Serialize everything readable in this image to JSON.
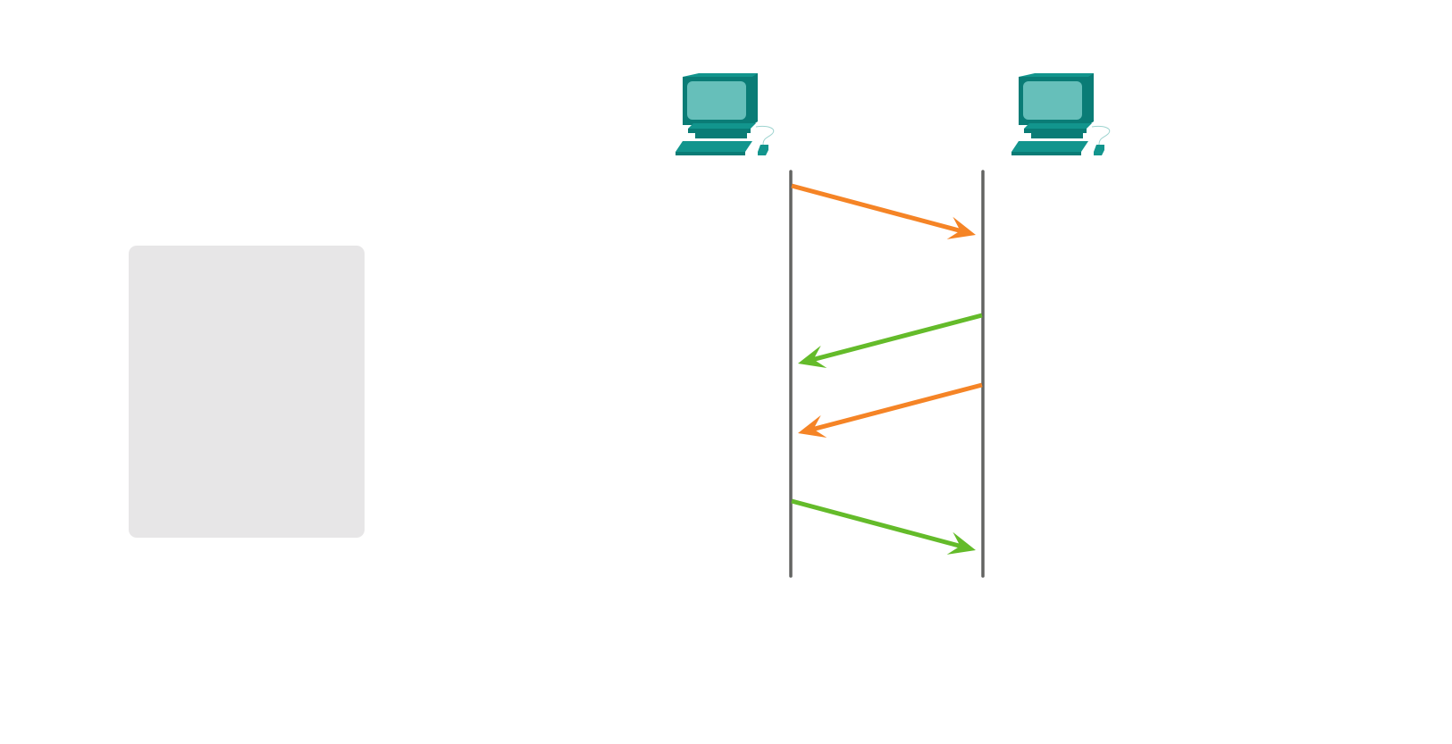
{
  "diagram": {
    "kind": "sequence",
    "colors": {
      "panel": "#e7e6e7",
      "timeline": "#636462",
      "orange": "#f58426",
      "green": "#64bb2a",
      "host_dark": "#0a7c76",
      "host_mid": "#12958d",
      "host_screen": "#66bfba"
    },
    "panel": {
      "label": ""
    },
    "participants": [
      {
        "id": "host-a",
        "icon": "desktop-computer-icon",
        "label": ""
      },
      {
        "id": "host-b",
        "icon": "desktop-computer-icon",
        "label": ""
      }
    ],
    "messages": [
      {
        "order": 1,
        "from": "host-a",
        "to": "host-b",
        "color": "orange",
        "label": ""
      },
      {
        "order": 2,
        "from": "host-b",
        "to": "host-a",
        "color": "green",
        "label": ""
      },
      {
        "order": 3,
        "from": "host-b",
        "to": "host-a",
        "color": "orange",
        "label": ""
      },
      {
        "order": 4,
        "from": "host-a",
        "to": "host-b",
        "color": "green",
        "label": ""
      }
    ]
  }
}
